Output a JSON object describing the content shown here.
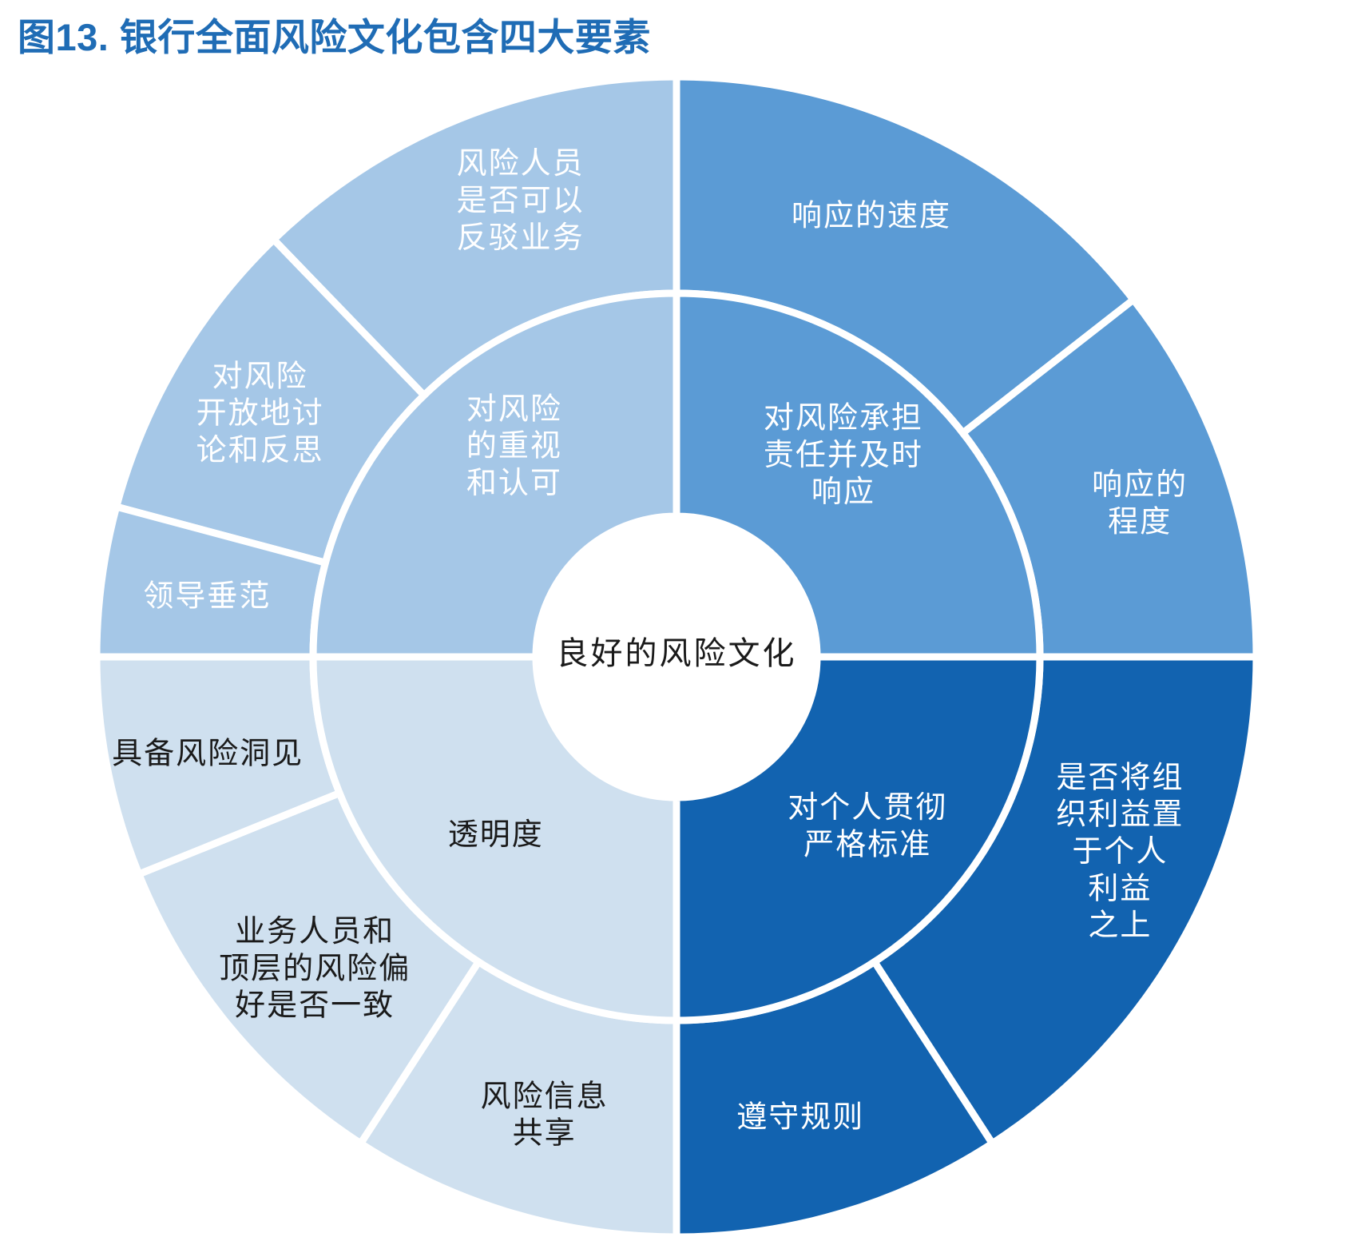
{
  "title": "图13. 银行全面风险文化包含四大要素",
  "colors": {
    "title": "#1f6cb5",
    "quadrant_top_right": "#5b9bd5",
    "quadrant_top_left": "#a5c7e7",
    "quadrant_bottom_left": "#cfe0ef",
    "quadrant_bottom_right": "#1263b0",
    "separator": "#ffffff",
    "center_text": "#1a1a1a",
    "background": "#ffffff"
  },
  "chart_data": {
    "type": "pie",
    "title": "图13. 银行全面风险文化包含四大要素",
    "subtype": "sunburst-donut",
    "center": {
      "label": "良好的风险文化"
    },
    "rings": [
      {
        "name": "inner-ring",
        "segments": [
          {
            "id": "accountability",
            "label": "对风险承担责任并及时响应",
            "lines": [
              "对风险承担",
              "责任并及时",
              "响应"
            ],
            "quadrant": "top-right",
            "color": "#5b9bd5",
            "text_color": "#ffffff",
            "start_angle": 0,
            "end_angle": 90
          },
          {
            "id": "respect",
            "label": "对风险的重视和认可",
            "lines": [
              "对风险",
              "的重视",
              "和认可"
            ],
            "quadrant": "top-left",
            "color": "#a5c7e7",
            "text_color": "#ffffff",
            "start_angle": 270,
            "end_angle": 360
          },
          {
            "id": "transparency",
            "label": "透明度",
            "lines": [
              "透明度"
            ],
            "quadrant": "bottom-left",
            "color": "#cfe0ef",
            "text_color": "#1a1a1a",
            "start_angle": 180,
            "end_angle": 270
          },
          {
            "id": "standards",
            "label": "对个人贯彻严格标准",
            "lines": [
              "对个人贯彻",
              "严格标准"
            ],
            "quadrant": "bottom-right",
            "color": "#1263b0",
            "text_color": "#ffffff",
            "start_angle": 90,
            "end_angle": 180
          }
        ]
      },
      {
        "name": "outer-ring",
        "segments": [
          {
            "id": "speed-of-response",
            "label": "响应的速度",
            "lines": [
              "响应的速度"
            ],
            "parent": "accountability",
            "color": "#5b9bd5",
            "text_color": "#ffffff"
          },
          {
            "id": "degree-of-response",
            "label": "响应的程度",
            "lines": [
              "响应的",
              "程度"
            ],
            "parent": "accountability",
            "color": "#5b9bd5",
            "text_color": "#ffffff"
          },
          {
            "id": "risk-staff-challenge",
            "label": "风险人员是否可以反驳业务",
            "lines": [
              "风险人员",
              "是否可以",
              "反驳业务"
            ],
            "parent": "respect",
            "color": "#a5c7e7",
            "text_color": "#ffffff"
          },
          {
            "id": "open-discussion",
            "label": "对风险开放地讨论和反思",
            "lines": [
              "对风险",
              "开放地讨",
              "论和反思"
            ],
            "parent": "respect",
            "color": "#a5c7e7",
            "text_color": "#ffffff"
          },
          {
            "id": "lead-by-example",
            "label": "领导垂范",
            "lines": [
              "领导垂范"
            ],
            "parent": "respect",
            "color": "#a5c7e7",
            "text_color": "#ffffff"
          },
          {
            "id": "risk-info-sharing",
            "label": "风险信息共享",
            "lines": [
              "风险信息",
              "共享"
            ],
            "parent": "transparency",
            "color": "#cfe0ef",
            "text_color": "#1a1a1a"
          },
          {
            "id": "risk-appetite-alignment",
            "label": "业务人员和顶层的风险偏好是否一致",
            "lines": [
              "业务人员和",
              "顶层的风险偏",
              "好是否一致"
            ],
            "parent": "transparency",
            "color": "#cfe0ef",
            "text_color": "#1a1a1a"
          },
          {
            "id": "risk-insight",
            "label": "具备风险洞见",
            "lines": [
              "具备风险洞见"
            ],
            "parent": "transparency",
            "color": "#cfe0ef",
            "text_color": "#1a1a1a"
          },
          {
            "id": "org-before-self",
            "label": "是否将组织利益置于个人利益之上",
            "lines": [
              "是否将组",
              "织利益置",
              "于个人",
              "利益",
              "之上"
            ],
            "parent": "standards",
            "color": "#1263b0",
            "text_color": "#ffffff"
          },
          {
            "id": "follow-rules",
            "label": "遵守规则",
            "lines": [
              "遵守规则"
            ],
            "parent": "standards",
            "color": "#1263b0",
            "text_color": "#ffffff"
          }
        ]
      }
    ]
  }
}
